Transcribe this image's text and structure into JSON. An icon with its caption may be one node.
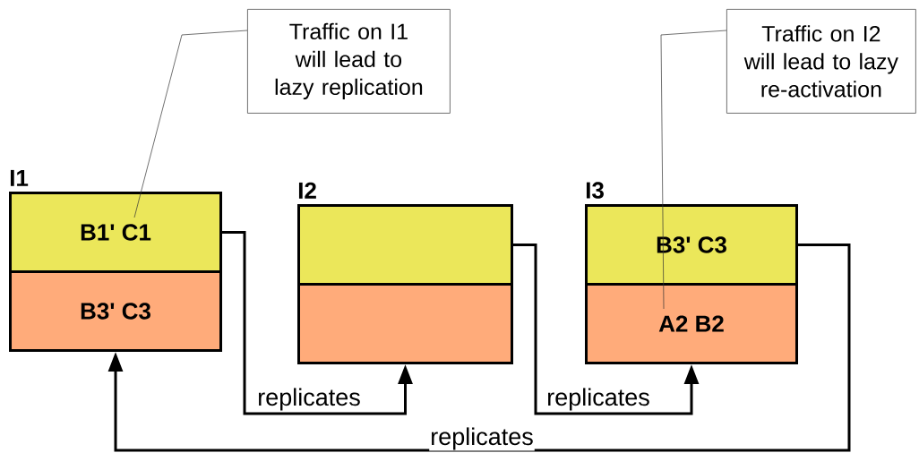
{
  "diagram": {
    "nodes": [
      {
        "text": [
          "Traffic on I1 will lead to lazy replication"
        ]
      },
      {
        "text": [
          "Traffic on I2 will lead to lazy re-activation"
        ]
      },
      {
        "text": [
          "I1"
        ]
      },
      {
        "text": [
          "B1' C1"
        ],
        "in": 2
      },
      {
        "text": [
          "B3' C3"
        ],
        "in": 2
      },
      {
        "text": [
          "I2"
        ]
      },
      {
        "text": [],
        "shape": "box",
        "in": 5
      },
      {
        "text": [],
        "shape": "box",
        "in": 5
      },
      {
        "text": [
          "I3"
        ]
      },
      {
        "text": [
          "B3' C3"
        ],
        "in": 8
      },
      {
        "text": [
          "A2 B2"
        ],
        "in": 8
      }
    ],
    "edges": [
      {
        "from": 3,
        "to": 7,
        "arrow": "to",
        "label": "replicates"
      },
      {
        "from": 6,
        "to": 10,
        "arrow": "to",
        "label": "replicates"
      },
      {
        "from": 9,
        "to": 4,
        "arrow": "to",
        "label": "replicates"
      },
      {
        "from": 0,
        "to": 3,
        "arrow": "none"
      },
      {
        "from": 1,
        "to": 10,
        "arrow": "none"
      }
    ]
  }
}
